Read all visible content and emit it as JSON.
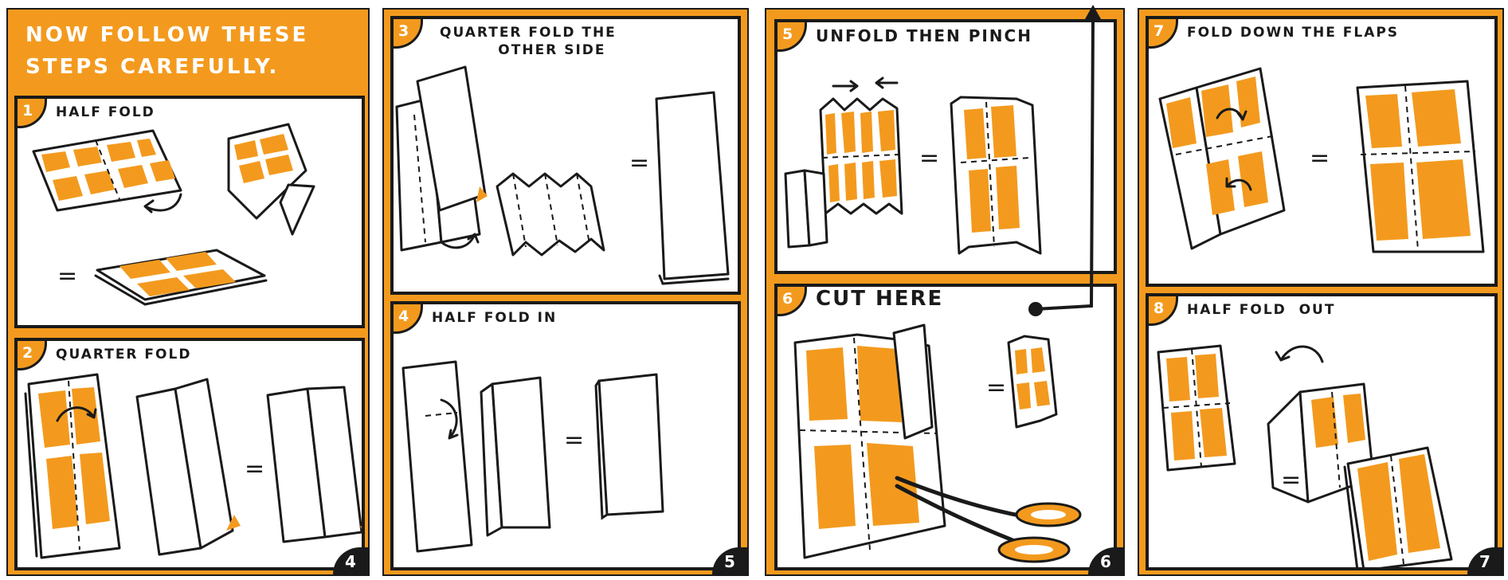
{
  "intro_text": [
    "NOW FOLLOW THESE",
    "STEPS  CAREFULLY."
  ],
  "equals_sign": "=",
  "pages": [
    {
      "page_number": "4",
      "panels": [
        {
          "step": "1",
          "title": "HALF FOLD"
        },
        {
          "step": "2",
          "title": "QUARTER FOLD"
        }
      ]
    },
    {
      "page_number": "5",
      "panels": [
        {
          "step": "3",
          "title": "QUARTER FOLD THE",
          "title_line2": "OTHER SIDE"
        },
        {
          "step": "4",
          "title": "HALF FOLD IN"
        }
      ]
    },
    {
      "page_number": "6",
      "panels": [
        {
          "step": "5",
          "title": "UNFOLD THEN PINCH"
        },
        {
          "step": "6",
          "title": "CUT HERE"
        }
      ]
    },
    {
      "page_number": "7",
      "panels": [
        {
          "step": "7",
          "title": "FOLD DOWN THE FLAPS"
        },
        {
          "step": "8",
          "title": "HALF FOLD  OUT"
        }
      ]
    }
  ],
  "colors": {
    "accent": "#f39a1e",
    "ink": "#1a1a1a",
    "paper": "#ffffff"
  },
  "icon_names": [
    "curved-arrow-icon",
    "scissors-icon",
    "pinch-arrows-icon"
  ]
}
